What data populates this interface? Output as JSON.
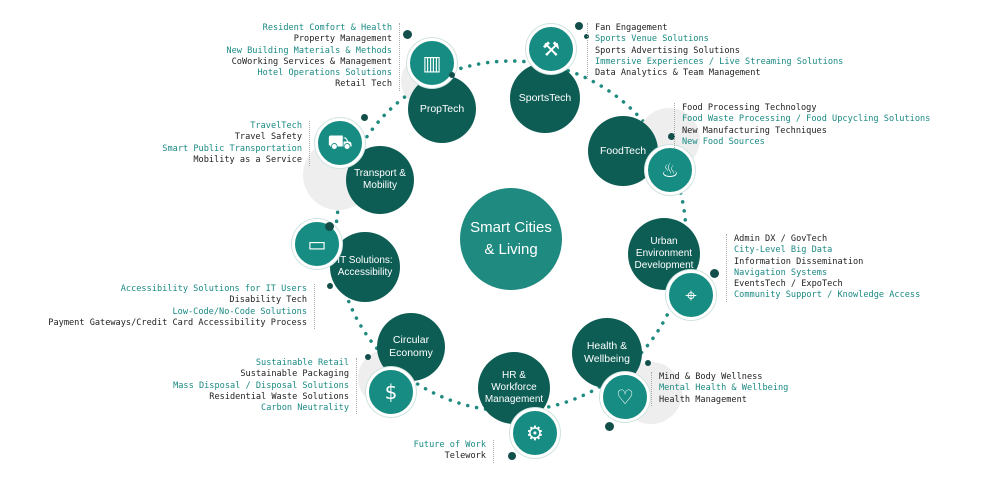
{
  "colors": {
    "dark_node": "#0d5d55",
    "center_node": "#1f8a80",
    "icon_fill": "#168c82",
    "teal_text": "#1a8a83",
    "dark_text": "#222222"
  },
  "center": {
    "label": "Smart Cities\n& Living"
  },
  "nodes": {
    "proptech": {
      "label": "PropTech",
      "icon": "building-icon",
      "items": [
        {
          "text": "Resident Comfort & Health",
          "tone": "teal"
        },
        {
          "text": "Property Management",
          "tone": "dark"
        },
        {
          "text": "New Building Materials & Methods",
          "tone": "teal"
        },
        {
          "text": "CoWorking Services & Management",
          "tone": "dark"
        },
        {
          "text": "Hotel Operations Solutions",
          "tone": "teal"
        },
        {
          "text": "Retail Tech",
          "tone": "dark"
        }
      ]
    },
    "sportstech": {
      "label": "SportsTech",
      "icon": "dumbbell-icon",
      "items": [
        {
          "text": "Fan Engagement",
          "tone": "dark"
        },
        {
          "text": "Sports Venue Solutions",
          "tone": "teal"
        },
        {
          "text": "Sports Advertising Solutions",
          "tone": "dark"
        },
        {
          "text": "Immersive Experiences / Live Streaming Solutions",
          "tone": "teal"
        },
        {
          "text": "Data Analytics & Team Management",
          "tone": "dark"
        }
      ]
    },
    "foodtech": {
      "label": "FoodTech",
      "icon": "apple-icon",
      "items": [
        {
          "text": "Food Processing Technology",
          "tone": "dark"
        },
        {
          "text": "Food Waste Processing / Food Upcycling Solutions",
          "tone": "teal"
        },
        {
          "text": "New Manufacturing Techniques",
          "tone": "dark"
        },
        {
          "text": "New Food Sources",
          "tone": "teal"
        }
      ]
    },
    "urban": {
      "label": "Urban\nEnvironment\nDevelopment",
      "icon": "map-pin-icon",
      "items": [
        {
          "text": "Admin DX / GovTech",
          "tone": "dark"
        },
        {
          "text": "City-Level Big Data",
          "tone": "teal"
        },
        {
          "text": "Information Dissemination",
          "tone": "dark"
        },
        {
          "text": "Navigation Systems",
          "tone": "teal"
        },
        {
          "text": "EventsTech / ExpoTech",
          "tone": "dark"
        },
        {
          "text": "Community Support / Knowledge Access",
          "tone": "teal"
        }
      ]
    },
    "health": {
      "label": "Health &\nWellbeing",
      "icon": "heartbeat-icon",
      "items": [
        {
          "text": "Mind & Body Wellness",
          "tone": "dark"
        },
        {
          "text": "Mental Health & Wellbeing",
          "tone": "teal"
        },
        {
          "text": "Health Management",
          "tone": "dark"
        }
      ]
    },
    "hr": {
      "label": "HR & Workforce\nManagement",
      "icon": "people-gear-icon",
      "items": [
        {
          "text": "Future of Work",
          "tone": "teal"
        },
        {
          "text": "Telework",
          "tone": "dark"
        }
      ]
    },
    "circular": {
      "label": "Circular\nEconomy",
      "icon": "recycle-dollar-icon",
      "items": [
        {
          "text": "Sustainable Retail",
          "tone": "teal"
        },
        {
          "text": "Sustainable Packaging",
          "tone": "dark"
        },
        {
          "text": "Mass Disposal / Disposal Solutions",
          "tone": "teal"
        },
        {
          "text": "Residential Waste Solutions",
          "tone": "dark"
        },
        {
          "text": "Carbon Neutrality",
          "tone": "teal"
        }
      ]
    },
    "it": {
      "label": "IT Solutions:\nAccessibility",
      "icon": "monitor-icon",
      "items": [
        {
          "text": "Accessibility Solutions for IT Users",
          "tone": "teal"
        },
        {
          "text": "Disability Tech",
          "tone": "dark"
        },
        {
          "text": "Low-Code/No-Code Solutions",
          "tone": "teal"
        },
        {
          "text": "Payment Gateways/Credit Card Accessibility Process",
          "tone": "dark"
        }
      ]
    },
    "transport": {
      "label": "Transport &\nMobility",
      "icon": "car-icon",
      "items": [
        {
          "text": "TravelTech",
          "tone": "teal"
        },
        {
          "text": "Travel Safety",
          "tone": "dark"
        },
        {
          "text": "Smart Public Transportation",
          "tone": "teal"
        },
        {
          "text": "Mobility as a Service",
          "tone": "dark"
        }
      ]
    }
  }
}
